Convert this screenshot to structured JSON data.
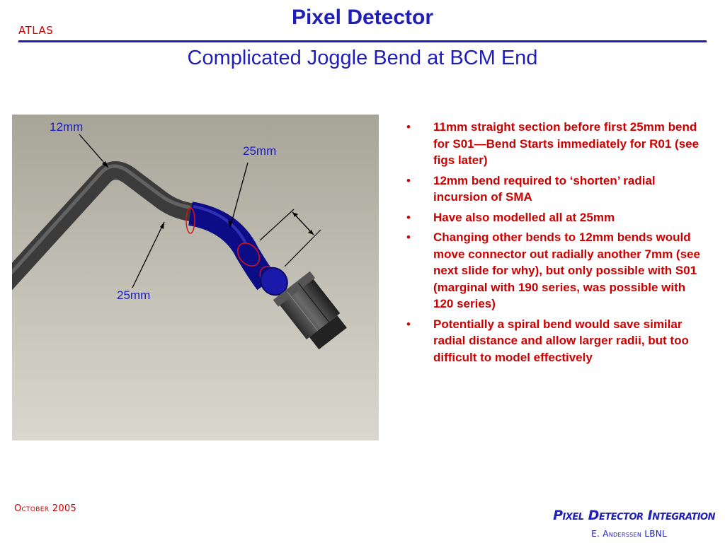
{
  "header": {
    "logo_text": "ATLAS",
    "title": "Pixel Detector",
    "subtitle": "Complicated Joggle Bend at BCM End"
  },
  "figure": {
    "labels": {
      "top_bend": "12mm",
      "upper_right_bend": "25mm",
      "lower_bend": "25mm"
    }
  },
  "bullets": [
    "11mm straight section before first 25mm bend for S01—Bend Starts immediately for R01 (see figs later)",
    "12mm bend required to ‘shorten’ radial incursion of SMA",
    "Have also modelled all at 25mm",
    "Changing other bends to 12mm bends would move connector out radially another 7mm (see next slide for why), but only possible with S01 (marginal with 190 series, was possible with 120 series)",
    "Potentially a spiral bend would save similar radial distance and allow larger radii, but too difficult to model effectively"
  ],
  "bullet_glyph": "•",
  "footer": {
    "date": "October 2005",
    "integration": "Pixel Detector Integration",
    "author": "E. Anderssen LBNL"
  },
  "colors": {
    "title_blue": "#1f1fb8",
    "bullet_red": "#cc0000"
  }
}
